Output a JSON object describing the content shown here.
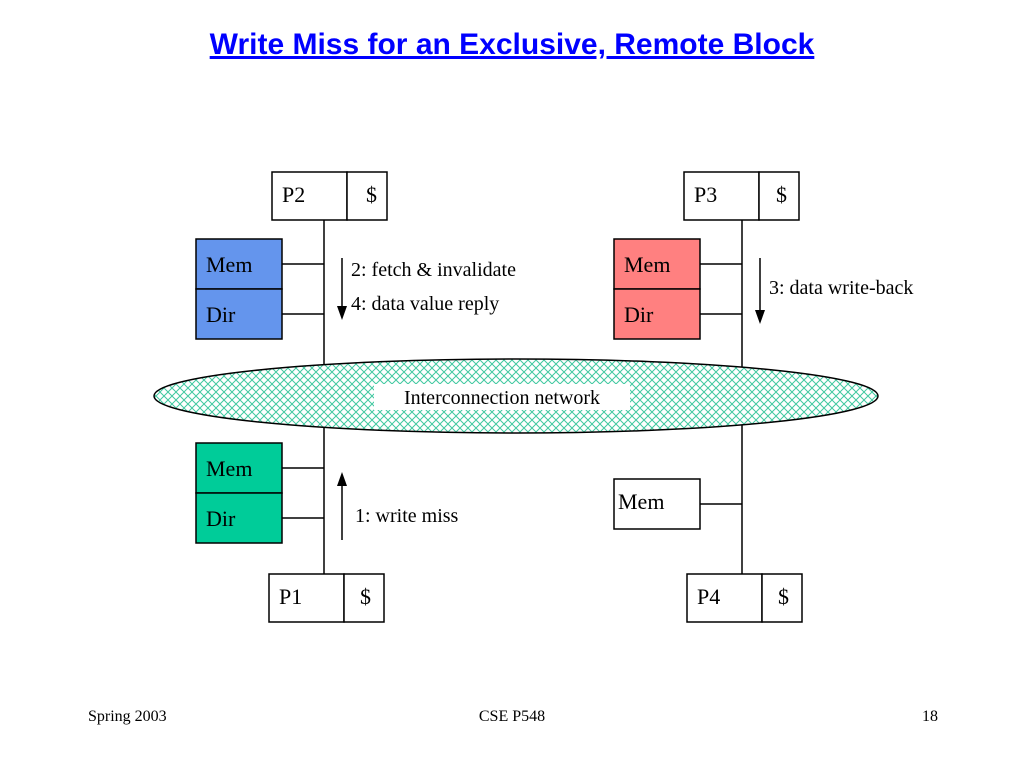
{
  "slide": {
    "title": "Write Miss for an Exclusive, Remote Block",
    "footer": {
      "left": "Spring 2003",
      "center": "CSE P548",
      "right": "18"
    }
  },
  "colors": {
    "title": "#0000ff",
    "p2_memory": "#6495ED",
    "p3_memory": "#FF8080",
    "p1_memory": "#00CC99",
    "network_fill": "#7FE0C0"
  },
  "diagram": {
    "network_label": "Interconnection network",
    "p2": {
      "proc": "P2",
      "cache": "$",
      "mem": "Mem",
      "dir": "Dir"
    },
    "p3": {
      "proc": "P3",
      "cache": "$",
      "mem": "Mem",
      "dir": "Dir"
    },
    "p1": {
      "proc": "P1",
      "cache": "$",
      "mem": "Mem",
      "dir": "Dir"
    },
    "p4": {
      "proc": "P4",
      "cache": "$",
      "mem": "Mem"
    },
    "messages": {
      "m2": "2: fetch & invalidate",
      "m4": "4: data value reply",
      "m3": "3: data write-back",
      "m1": "1: write miss"
    }
  }
}
